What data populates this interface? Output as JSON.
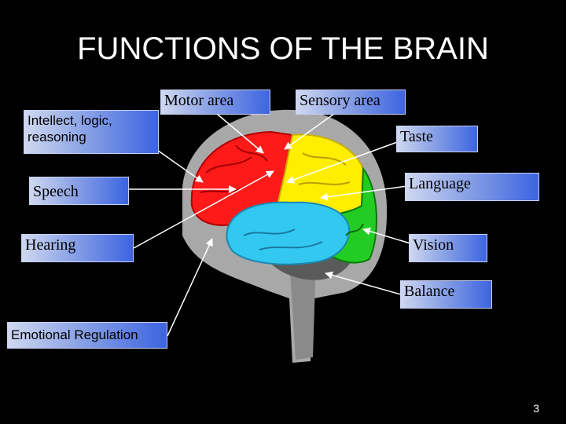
{
  "slide": {
    "title": "FUNCTIONS OF THE BRAIN",
    "page_number": "3"
  },
  "labels": {
    "motor_area": "Motor area",
    "sensory_area": "Sensory area",
    "intellect": "Intellect, logic, reasoning",
    "taste": "Taste",
    "speech": "Speech",
    "language": "Language",
    "hearing": "Hearing",
    "vision": "Vision",
    "balance": "Balance",
    "emotional_regulation": "Emotional Regulation"
  },
  "colors": {
    "frontal_lobe": "#ff1a1a",
    "parietal_lobe": "#ffee00",
    "temporal_lobe": "#33c8f0",
    "occipital_lobe": "#22cc22",
    "cerebellum": "#5a5a5a",
    "brainstem": "#8a8a8a",
    "label_gradient_end": "#3d64e0"
  }
}
